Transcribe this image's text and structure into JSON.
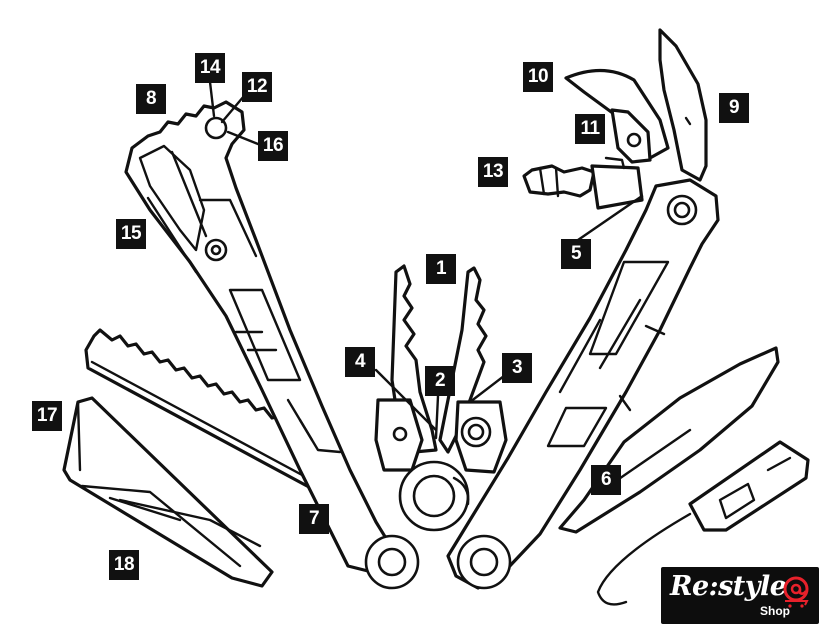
{
  "callouts": {
    "c1": "1",
    "c2": "2",
    "c3": "3",
    "c4": "4",
    "c5": "5",
    "c6": "6",
    "c7": "7",
    "c8": "8",
    "c9": "9",
    "c10": "10",
    "c11": "11",
    "c12": "12",
    "c13": "13",
    "c14": "14",
    "c15": "15",
    "c16": "16",
    "c17": "17",
    "c18": "18"
  },
  "logo": {
    "main": "Re:style",
    "sub": "Shop",
    "accent_color": "#e8212b"
  },
  "colors": {
    "line": "#111111",
    "background": "#ffffff",
    "callout_fill": "#111111",
    "callout_text": "#ffffff"
  }
}
